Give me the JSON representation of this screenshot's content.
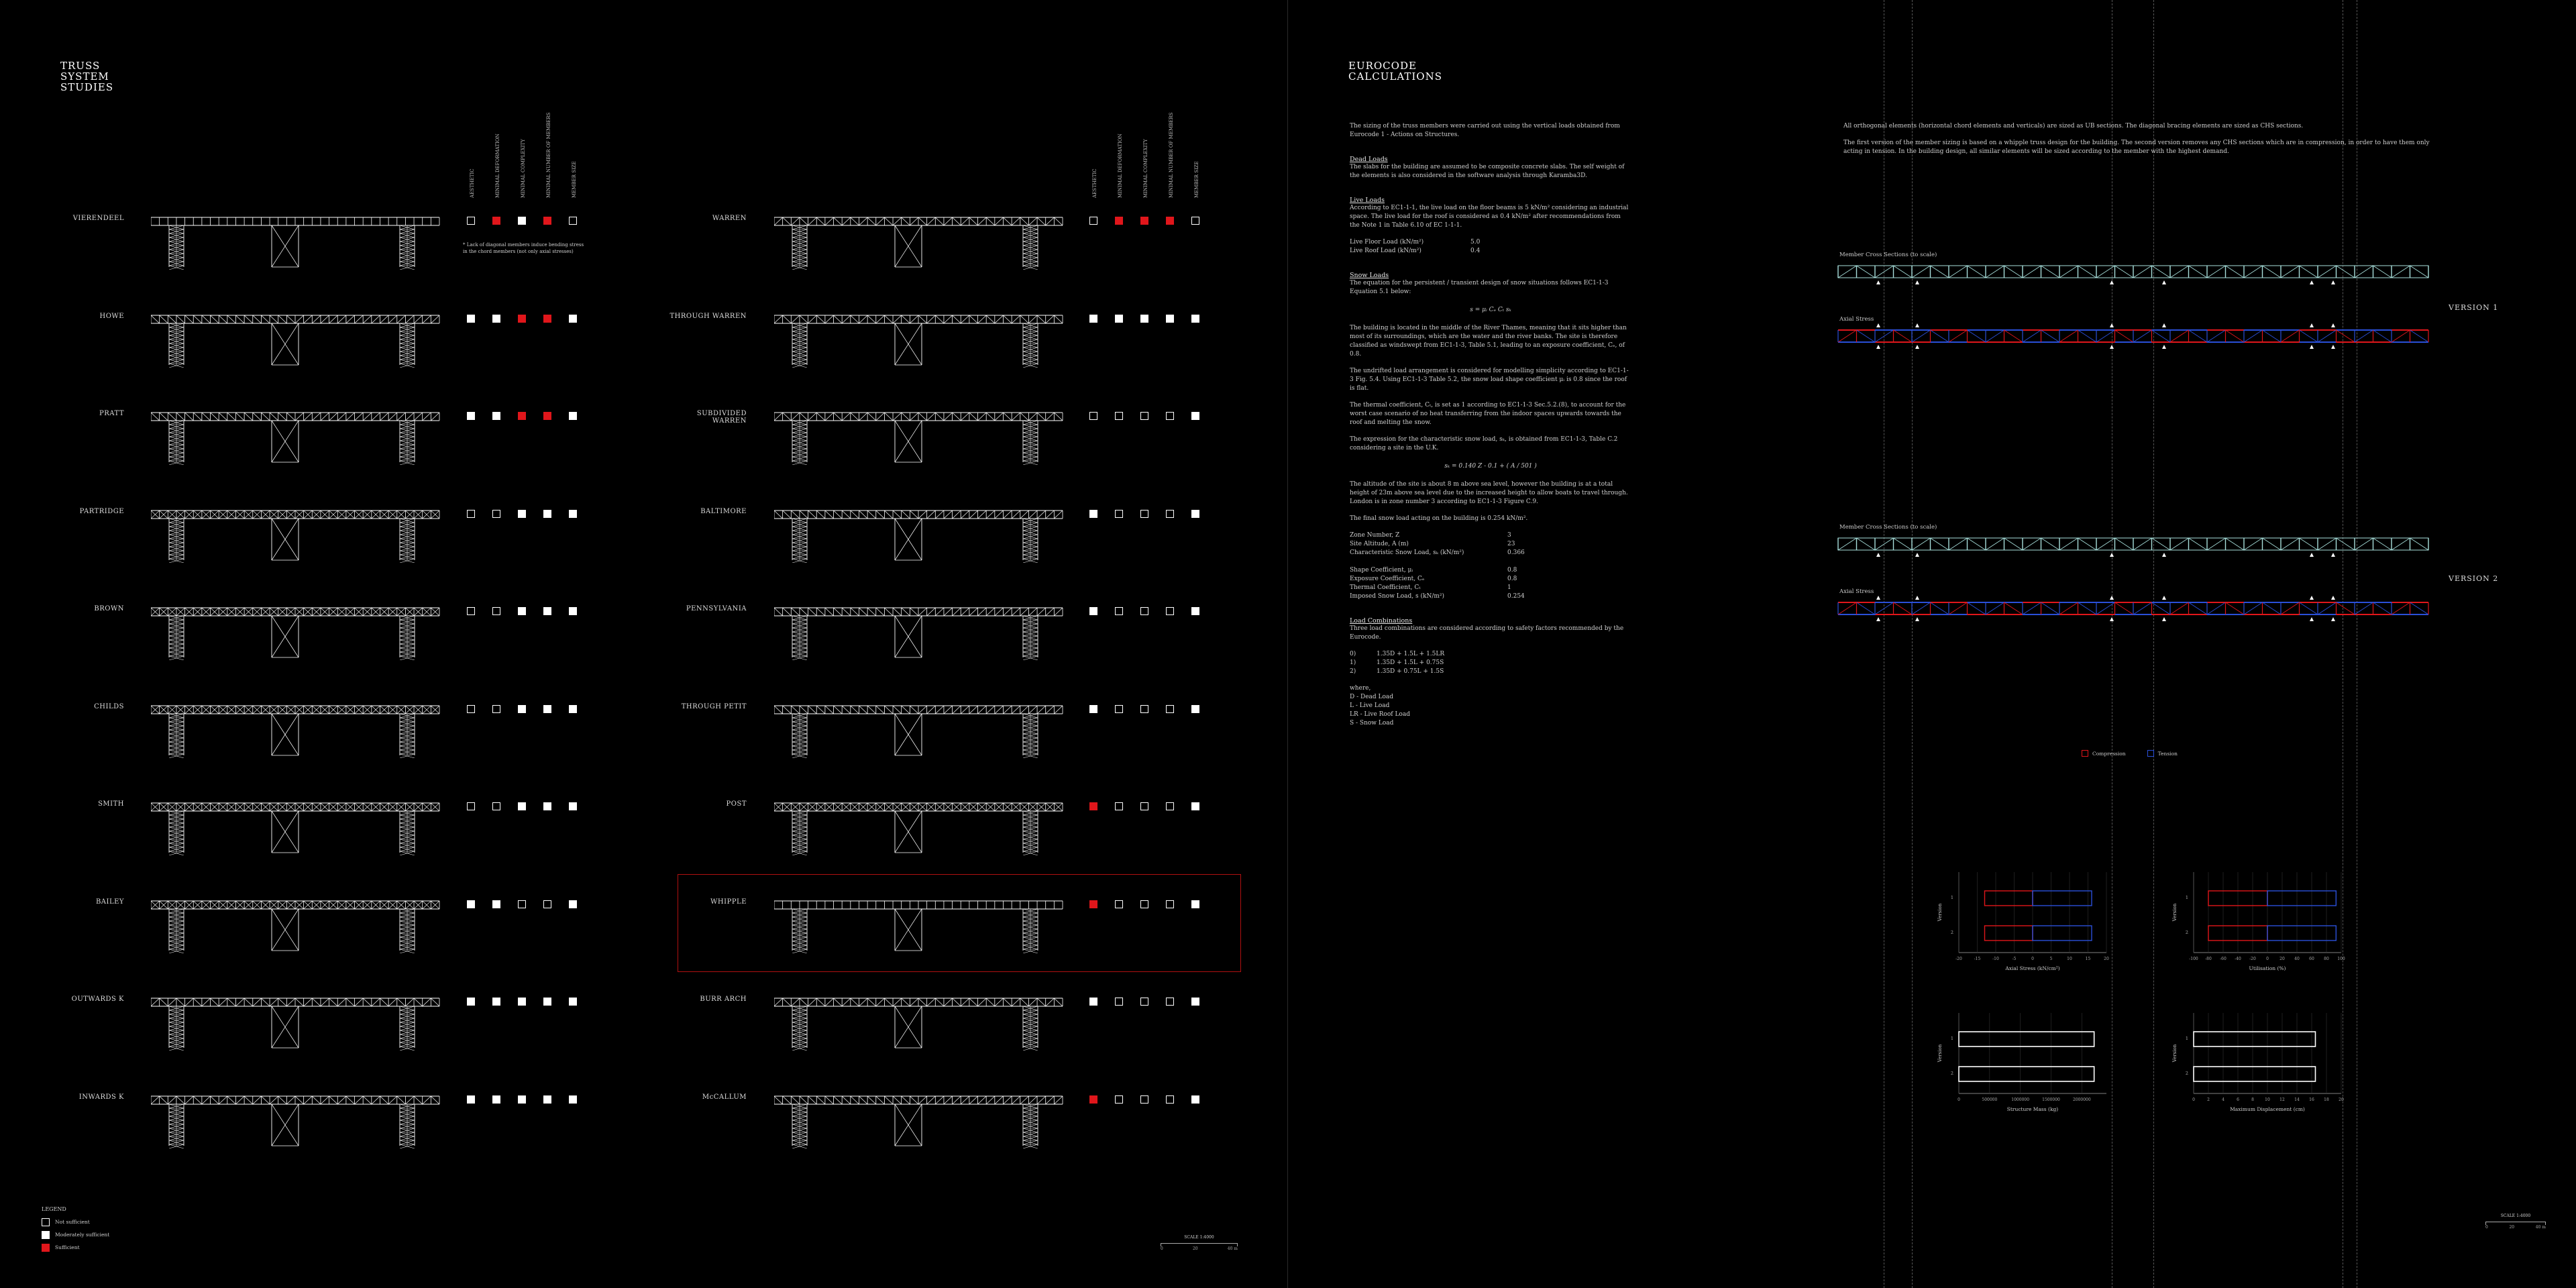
{
  "left_sheet": {
    "title_lines": [
      "TRUSS",
      "SYSTEM",
      "STUDIES"
    ],
    "criteria": [
      "AESTHETIC",
      "MINIMAL DEFORMATION",
      "MINIMAL COMPLEXITY",
      "MINIMAL NUMBER OF MEMBERS",
      "MEMBER SIZE"
    ],
    "note": [
      "* Lack of diagonal members induce bending stress",
      "in the chord members (not only axial stresses)"
    ],
    "col_a": [
      {
        "name": "VIERENDEEL",
        "ratings": [
          "none",
          "red",
          "white",
          "red",
          "none"
        ]
      },
      {
        "name": "HOWE",
        "ratings": [
          "white",
          "white",
          "red",
          "red",
          "white"
        ]
      },
      {
        "name": "PRATT",
        "ratings": [
          "white",
          "white",
          "red",
          "red",
          "white"
        ]
      },
      {
        "name": "PARTRIDGE",
        "ratings": [
          "none",
          "none",
          "white",
          "white",
          "white"
        ]
      },
      {
        "name": "BROWN",
        "ratings": [
          "none",
          "none",
          "white",
          "white",
          "white"
        ]
      },
      {
        "name": "CHILDS",
        "ratings": [
          "none",
          "none",
          "white",
          "white",
          "white"
        ]
      },
      {
        "name": "SMITH",
        "ratings": [
          "none",
          "none",
          "white",
          "white",
          "white"
        ]
      },
      {
        "name": "BAILEY",
        "ratings": [
          "white",
          "white",
          "none",
          "none",
          "white"
        ]
      },
      {
        "name": "OUTWARDS K",
        "ratings": [
          "white",
          "white",
          "white",
          "white",
          "white"
        ]
      },
      {
        "name": "INWARDS K",
        "ratings": [
          "white",
          "white",
          "white",
          "white",
          "white"
        ]
      }
    ],
    "col_b": [
      {
        "name": "WARREN",
        "ratings": [
          "none",
          "red",
          "red",
          "red",
          "none"
        ]
      },
      {
        "name": "THROUGH WARREN",
        "ratings": [
          "white",
          "white",
          "white",
          "white",
          "white"
        ]
      },
      {
        "name": "SUBDIVIDED WARREN",
        "ratings": [
          "none",
          "none",
          "none",
          "none",
          "white"
        ]
      },
      {
        "name": "BALTIMORE",
        "ratings": [
          "white",
          "none",
          "none",
          "none",
          "white"
        ]
      },
      {
        "name": "PENNSYLVANIA",
        "ratings": [
          "white",
          "none",
          "none",
          "none",
          "white"
        ]
      },
      {
        "name": "THROUGH PETIT",
        "ratings": [
          "white",
          "none",
          "none",
          "none",
          "white"
        ]
      },
      {
        "name": "POST",
        "ratings": [
          "red",
          "none",
          "none",
          "none",
          "white"
        ]
      },
      {
        "name": "WHIPPLE",
        "ratings": [
          "red",
          "none",
          "none",
          "none",
          "white"
        ]
      },
      {
        "name": "BURR ARCH",
        "ratings": [
          "white",
          "none",
          "none",
          "none",
          "white"
        ]
      },
      {
        "name": "McCALLUM",
        "ratings": [
          "red",
          "none",
          "none",
          "none",
          "white"
        ]
      }
    ],
    "legend": {
      "title": "LEGEND",
      "items": [
        {
          "label": "Not sufficient",
          "kind": "none"
        },
        {
          "label": "Moderately sufficient",
          "kind": "white"
        },
        {
          "label": "Sufficient",
          "kind": "red"
        }
      ]
    },
    "scale": {
      "label": "SCALE 1:4000",
      "ticks": [
        "0",
        "20",
        "40 m"
      ]
    }
  },
  "right_sheet": {
    "title_lines": [
      "EUROCODE",
      "CALCULATIONS"
    ],
    "intro": "The sizing of the truss members were carried out using the vertical loads obtained from Eurocode 1 - Actions on Structures.",
    "dead_head": "Dead Loads",
    "dead_text": "The slabs for the building are assumed to be composite concrete slabs. The self weight of the elements is also considered in the software analysis through Karamba3D.",
    "live_head": "Live Loads",
    "live_text": "According to EC1-1-1, the live load on the floor beams is 5 kN/m² considering an industrial space. The live load for the roof is considered as 0.4 kN/m² after recommendations from the Note 1 in Table 6.10 of EC 1-1-1.",
    "live_kv": [
      {
        "k": "Live Floor Load (kN/m²)",
        "v": "5.0"
      },
      {
        "k": "Live Roof Load (kN/m²)",
        "v": "0.4"
      }
    ],
    "snow_head": "Snow Loads",
    "snow_text1": "The equation for the persistent / transient design of snow situations follows EC1-1-3 Equation 5.1 below:",
    "eq1": "s = μᵢ Cₑ Cₜ sₖ",
    "snow_text2": "The building is located in the middle of the River Thames, meaning that it sits higher than most of its surroundings, which are the water and the river banks. The site is therefore classified as windswept from EC1-1-3, Table 5.1, leading to an exposure coefficient, Cₑ, of 0.8.",
    "snow_text3": "The undrifted load arrangement is considered for modelling simplicity according to EC1-1-3 Fig. 5.4. Using EC1-1-3 Table 5.2, the snow load shape coefficient μᵢ is 0.8 since the roof is flat.",
    "snow_text4": "The thermal coefficient, Cₜ, is set as 1 according to EC1-1-3 Sec.5.2.(8), to account for the worst case scenario of no heat transferring from the indoor spaces upwards towards the roof and melting the snow.",
    "snow_text5": "The expression for the characteristic snow load, sₖ, is obtained from EC1-1-3, Table C.2 considering a site in the U.K.",
    "eq2": "sₖ = 0.140 Z - 0.1 + ( A / 501 )",
    "snow_text6": "The altitude of the site is about 8 m above sea level, however the building is at a total height of 23m above sea level due to the increased height to allow boats to travel through. London is in zone number 3 according to EC1-1-3 Figure C.9.",
    "snow_text7": "The final snow load acting on the building is 0.254 kN/m².",
    "snow_kv": [
      {
        "k": "Zone Number, Z",
        "v": "3"
      },
      {
        "k": "Site Altitude, A (m)",
        "v": "23"
      },
      {
        "k": "Characteristic Snow Load, sₖ (kN/m²)",
        "v": "0.366"
      },
      {
        "k": "",
        "v": ""
      },
      {
        "k": "Shape Coefficient, μᵢ",
        "v": "0.8"
      },
      {
        "k": "Exposure Coefficient, Cₑ",
        "v": "0.8"
      },
      {
        "k": "Thermal Coefficient, Cₜ",
        "v": "1"
      },
      {
        "k": "Imposed Snow Load, s (kN/m²)",
        "v": "0.254"
      }
    ],
    "combo_head": "Load Combinations",
    "combo_text": "Three load combinations are considered according to safety factors recommended by the Eurocode.",
    "combos": [
      {
        "k": "0)",
        "v": "1.35D + 1.5L + 1.5LR"
      },
      {
        "k": "1)",
        "v": "1.35D + 1.5L + 0.75S"
      },
      {
        "k": "2)",
        "v": "1.35D + 0.75L + 1.5S"
      }
    ],
    "where": [
      "where,",
      "D - Dead Load",
      "L - Live Load",
      "LR - Live Roof Load",
      "S - Snow Load"
    ],
    "design_p1": "All orthogonal elements (horizontal chord elements and verticals) are sized as UB sections. The diagonal bracing elements are sized as CHS sections.",
    "design_p2": "The first version of the member sizing is based on a whipple truss design for the building. The second version removes any CHS sections which are in compression, in order to have them only acting in tension. In the building design, all similar elements will be sized according to the member with the highest demand.",
    "v1_label": "VERSION 1",
    "v2_label": "VERSION 2",
    "member_cs_label": "Member Cross Sections (to scale)",
    "axial_label": "Axial Stress",
    "legend_compression": "Compression",
    "legend_tension": "Tension",
    "scale": {
      "label": "SCALE 1:4000",
      "ticks": [
        "0",
        "20",
        "40 m"
      ]
    },
    "colors": {
      "compression": "#e0161b",
      "tension": "#2a4fd8",
      "truss_teal": "#a8e0dc"
    }
  },
  "chart_data": [
    {
      "type": "bar",
      "orientation": "horizontal",
      "ylabel": "Version",
      "xlabel": "Axial Stress (kN/cm²)",
      "categories": [
        "1",
        "2"
      ],
      "series": [
        {
          "name": "Compression",
          "values": [
            -13,
            -13
          ]
        },
        {
          "name": "Tension",
          "values": [
            16,
            16
          ]
        }
      ],
      "xticks": [
        "-20",
        "-15",
        "-10",
        "-5",
        "0",
        "5",
        "10",
        "15",
        "20"
      ],
      "xlim": [
        -20,
        20
      ]
    },
    {
      "type": "bar",
      "orientation": "horizontal",
      "ylabel": "Version",
      "xlabel": "Utilisation (%)",
      "categories": [
        "1",
        "2"
      ],
      "series": [
        {
          "name": "Compression",
          "values": [
            -80,
            -80
          ]
        },
        {
          "name": "Tension",
          "values": [
            93,
            93
          ]
        }
      ],
      "xticks": [
        "-100",
        "-80",
        "-60",
        "-40",
        "-20",
        "0",
        "20",
        "40",
        "60",
        "80",
        "100"
      ],
      "xlim": [
        -100,
        100
      ]
    },
    {
      "type": "bar",
      "orientation": "horizontal",
      "ylabel": "Version",
      "xlabel": "Structure Mass (kg)",
      "categories": [
        "1",
        "2"
      ],
      "values": [
        2200000,
        2200000
      ],
      "xticks": [
        "0",
        "500000",
        "1000000",
        "1500000",
        "2000000"
      ],
      "xlim": [
        0,
        2400000
      ]
    },
    {
      "type": "bar",
      "orientation": "horizontal",
      "ylabel": "Version",
      "xlabel": "Maximum Displacement (cm)",
      "categories": [
        "1",
        "2"
      ],
      "values": [
        16.5,
        16.5
      ],
      "xticks": [
        "0",
        "2",
        "4",
        "6",
        "8",
        "10",
        "12",
        "14",
        "16",
        "18",
        "20"
      ],
      "xlim": [
        0,
        20
      ]
    }
  ]
}
